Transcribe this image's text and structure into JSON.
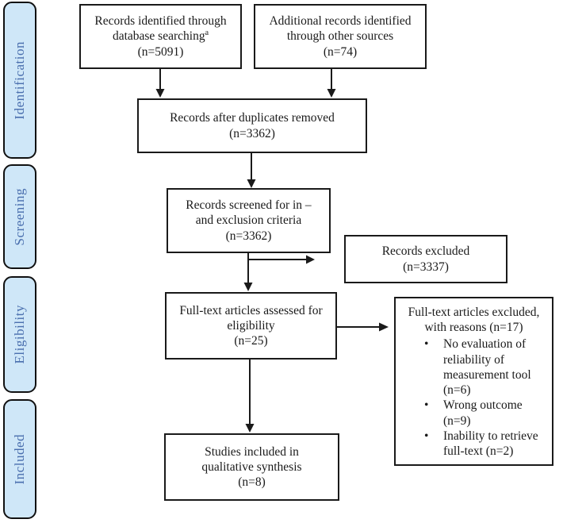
{
  "colors": {
    "sidebar_fill": "#cfe7f8",
    "sidebar_text": "#4a6fae",
    "line": "#1a1a1a"
  },
  "sidebar": {
    "stages": [
      {
        "label": "Identification"
      },
      {
        "label": "Screening"
      },
      {
        "label": "Eligibility"
      },
      {
        "label": "Included"
      }
    ]
  },
  "boxes": {
    "identified": {
      "line1": "Records identified through",
      "line2": "database searching",
      "sup": "a",
      "line3": "(n=5091)"
    },
    "additional": {
      "line1": "Additional records identified",
      "line2": "through other sources",
      "line3": "(n=74)"
    },
    "duplicates": {
      "line1": "Records after duplicates removed",
      "line2": "(n=3362)"
    },
    "screened": {
      "line1": "Records screened for in –",
      "line2": "and exclusion criteria",
      "line3": "(n=3362)"
    },
    "excluded": {
      "line1": "Records excluded",
      "line2": "(n=3337)"
    },
    "fulltext": {
      "line1": "Full-text articles assessed for",
      "line2": "eligibility",
      "line3": "(n=25)"
    },
    "fulltext_excluded": {
      "header1": "Full-text articles excluded,",
      "header2": "with reasons (n=17)",
      "reasons": [
        "No evaluation of reliability of measurement tool (n=6)",
        "Wrong outcome (n=9)",
        "Inability to retrieve full-text (n=2)"
      ]
    },
    "included": {
      "line1": "Studies included in",
      "line2": "qualitative synthesis",
      "line3": "(n=8)"
    }
  }
}
